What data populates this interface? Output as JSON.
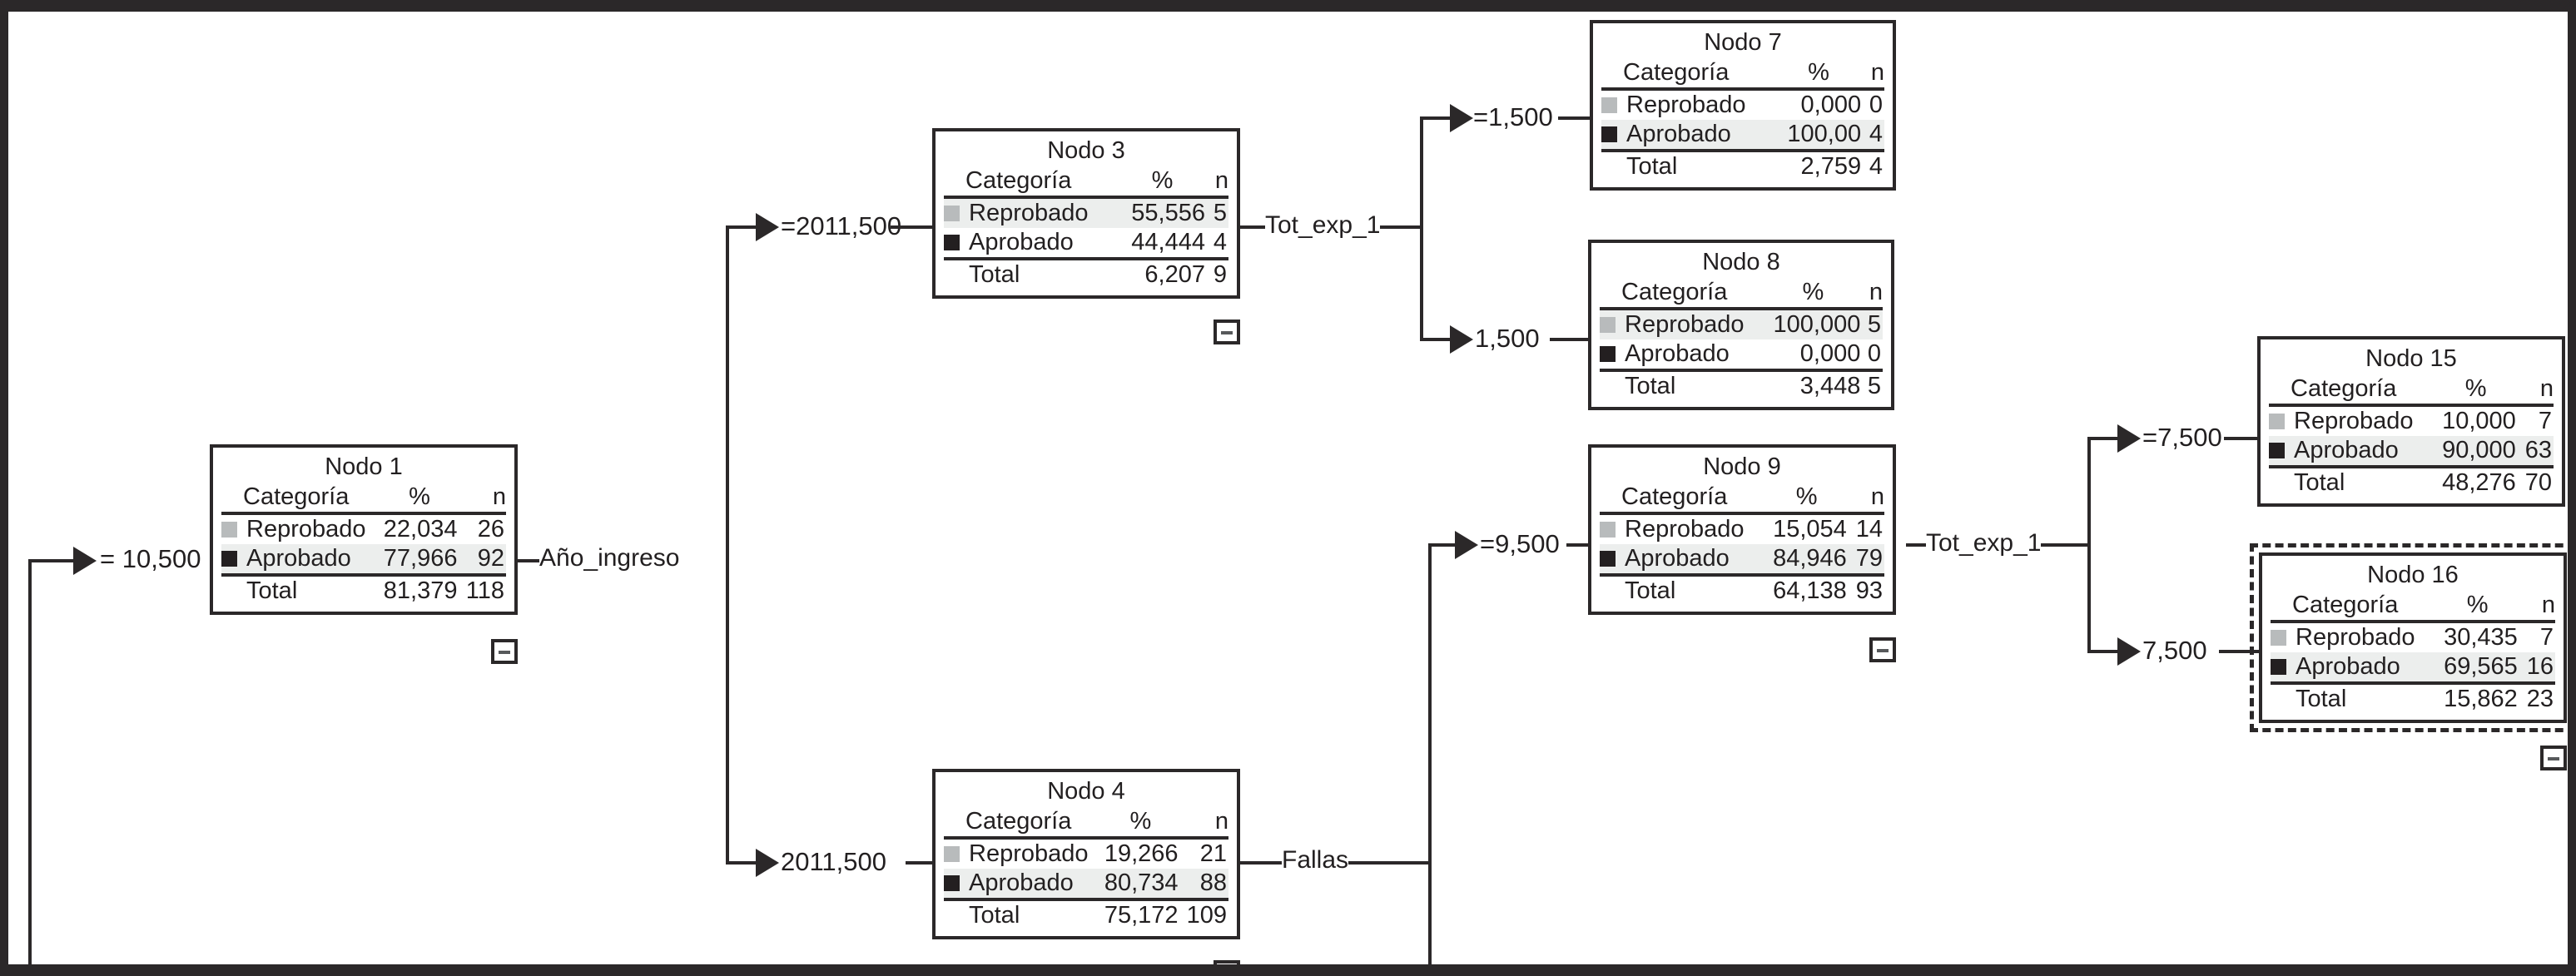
{
  "diagram": {
    "type": "decision-tree",
    "title_row_label": "Categoría",
    "pct_header": "%",
    "n_header": "n",
    "total_label": "Total",
    "category_labels": [
      "Reprobado",
      "Aprobado"
    ],
    "colors": {
      "reprobado_swatch": "#b8bbbc",
      "aprobado_swatch": "#231f20",
      "line": "#2b2829",
      "highlight_row": "#eceeed",
      "frame": "#2b2829",
      "background": "#ffffff"
    }
  },
  "edges": {
    "root_split": "= 10,500",
    "ano_ingreso": "Año_ingreso",
    "node3_branch": "=2011,500",
    "node4_branch": "2011,500",
    "tot_exp_1_upper": "Tot_exp_1",
    "tot_exp_1_lower": "Tot_exp_1",
    "node7_branch": "=1,500",
    "node8_branch": "1,500",
    "node9_branch": "=9,500",
    "fallas": "Fallas",
    "node15_branch": "=7,500",
    "node16_branch": "7,500"
  },
  "nodes": {
    "node1": {
      "title": "Nodo 1",
      "rows": [
        {
          "label": "Reprobado",
          "pct": "22,034",
          "n": "26",
          "highlight": false
        },
        {
          "label": "Aprobado",
          "pct": "77,966",
          "n": "92",
          "highlight": true
        }
      ],
      "total": {
        "label": "Total",
        "pct": "81,379",
        "n": "118"
      },
      "has_collapse": true,
      "selected": false
    },
    "node3": {
      "title": "Nodo 3",
      "rows": [
        {
          "label": "Reprobado",
          "pct": "55,556",
          "n": "5",
          "highlight": true
        },
        {
          "label": "Aprobado",
          "pct": "44,444",
          "n": "4",
          "highlight": false
        }
      ],
      "total": {
        "label": "Total",
        "pct": "6,207",
        "n": "9"
      },
      "has_collapse": true,
      "selected": false
    },
    "node4": {
      "title": "Nodo 4",
      "rows": [
        {
          "label": "Reprobado",
          "pct": "19,266",
          "n": "21",
          "highlight": false
        },
        {
          "label": "Aprobado",
          "pct": "80,734",
          "n": "88",
          "highlight": true
        }
      ],
      "total": {
        "label": "Total",
        "pct": "75,172",
        "n": "109"
      },
      "has_collapse": true,
      "selected": false
    },
    "node7": {
      "title": "Nodo 7",
      "rows": [
        {
          "label": "Reprobado",
          "pct": "0,000",
          "n": "0",
          "highlight": false
        },
        {
          "label": "Aprobado",
          "pct": "100,00",
          "n": "4",
          "highlight": true
        }
      ],
      "total": {
        "label": "Total",
        "pct": "2,759",
        "n": "4"
      },
      "has_collapse": false,
      "selected": false
    },
    "node8": {
      "title": "Nodo 8",
      "rows": [
        {
          "label": "Reprobado",
          "pct": "100,000",
          "n": "5",
          "highlight": true
        },
        {
          "label": "Aprobado",
          "pct": "0,000",
          "n": "0",
          "highlight": false
        }
      ],
      "total": {
        "label": "Total",
        "pct": "3,448",
        "n": "5"
      },
      "has_collapse": false,
      "selected": false
    },
    "node9": {
      "title": "Nodo 9",
      "rows": [
        {
          "label": "Reprobado",
          "pct": "15,054",
          "n": "14",
          "highlight": false
        },
        {
          "label": "Aprobado",
          "pct": "84,946",
          "n": "79",
          "highlight": true
        }
      ],
      "total": {
        "label": "Total",
        "pct": "64,138",
        "n": "93"
      },
      "has_collapse": true,
      "selected": false
    },
    "node15": {
      "title": "Nodo 15",
      "rows": [
        {
          "label": "Reprobado",
          "pct": "10,000",
          "n": "7",
          "highlight": false
        },
        {
          "label": "Aprobado",
          "pct": "90,000",
          "n": "63",
          "highlight": true
        }
      ],
      "total": {
        "label": "Total",
        "pct": "48,276",
        "n": "70"
      },
      "has_collapse": false,
      "selected": false
    },
    "node16": {
      "title": "Nodo 16",
      "rows": [
        {
          "label": "Reprobado",
          "pct": "30,435",
          "n": "7",
          "highlight": false
        },
        {
          "label": "Aprobado",
          "pct": "69,565",
          "n": "16",
          "highlight": true
        }
      ],
      "total": {
        "label": "Total",
        "pct": "15,862",
        "n": "23"
      },
      "has_collapse": true,
      "selected": true
    }
  }
}
